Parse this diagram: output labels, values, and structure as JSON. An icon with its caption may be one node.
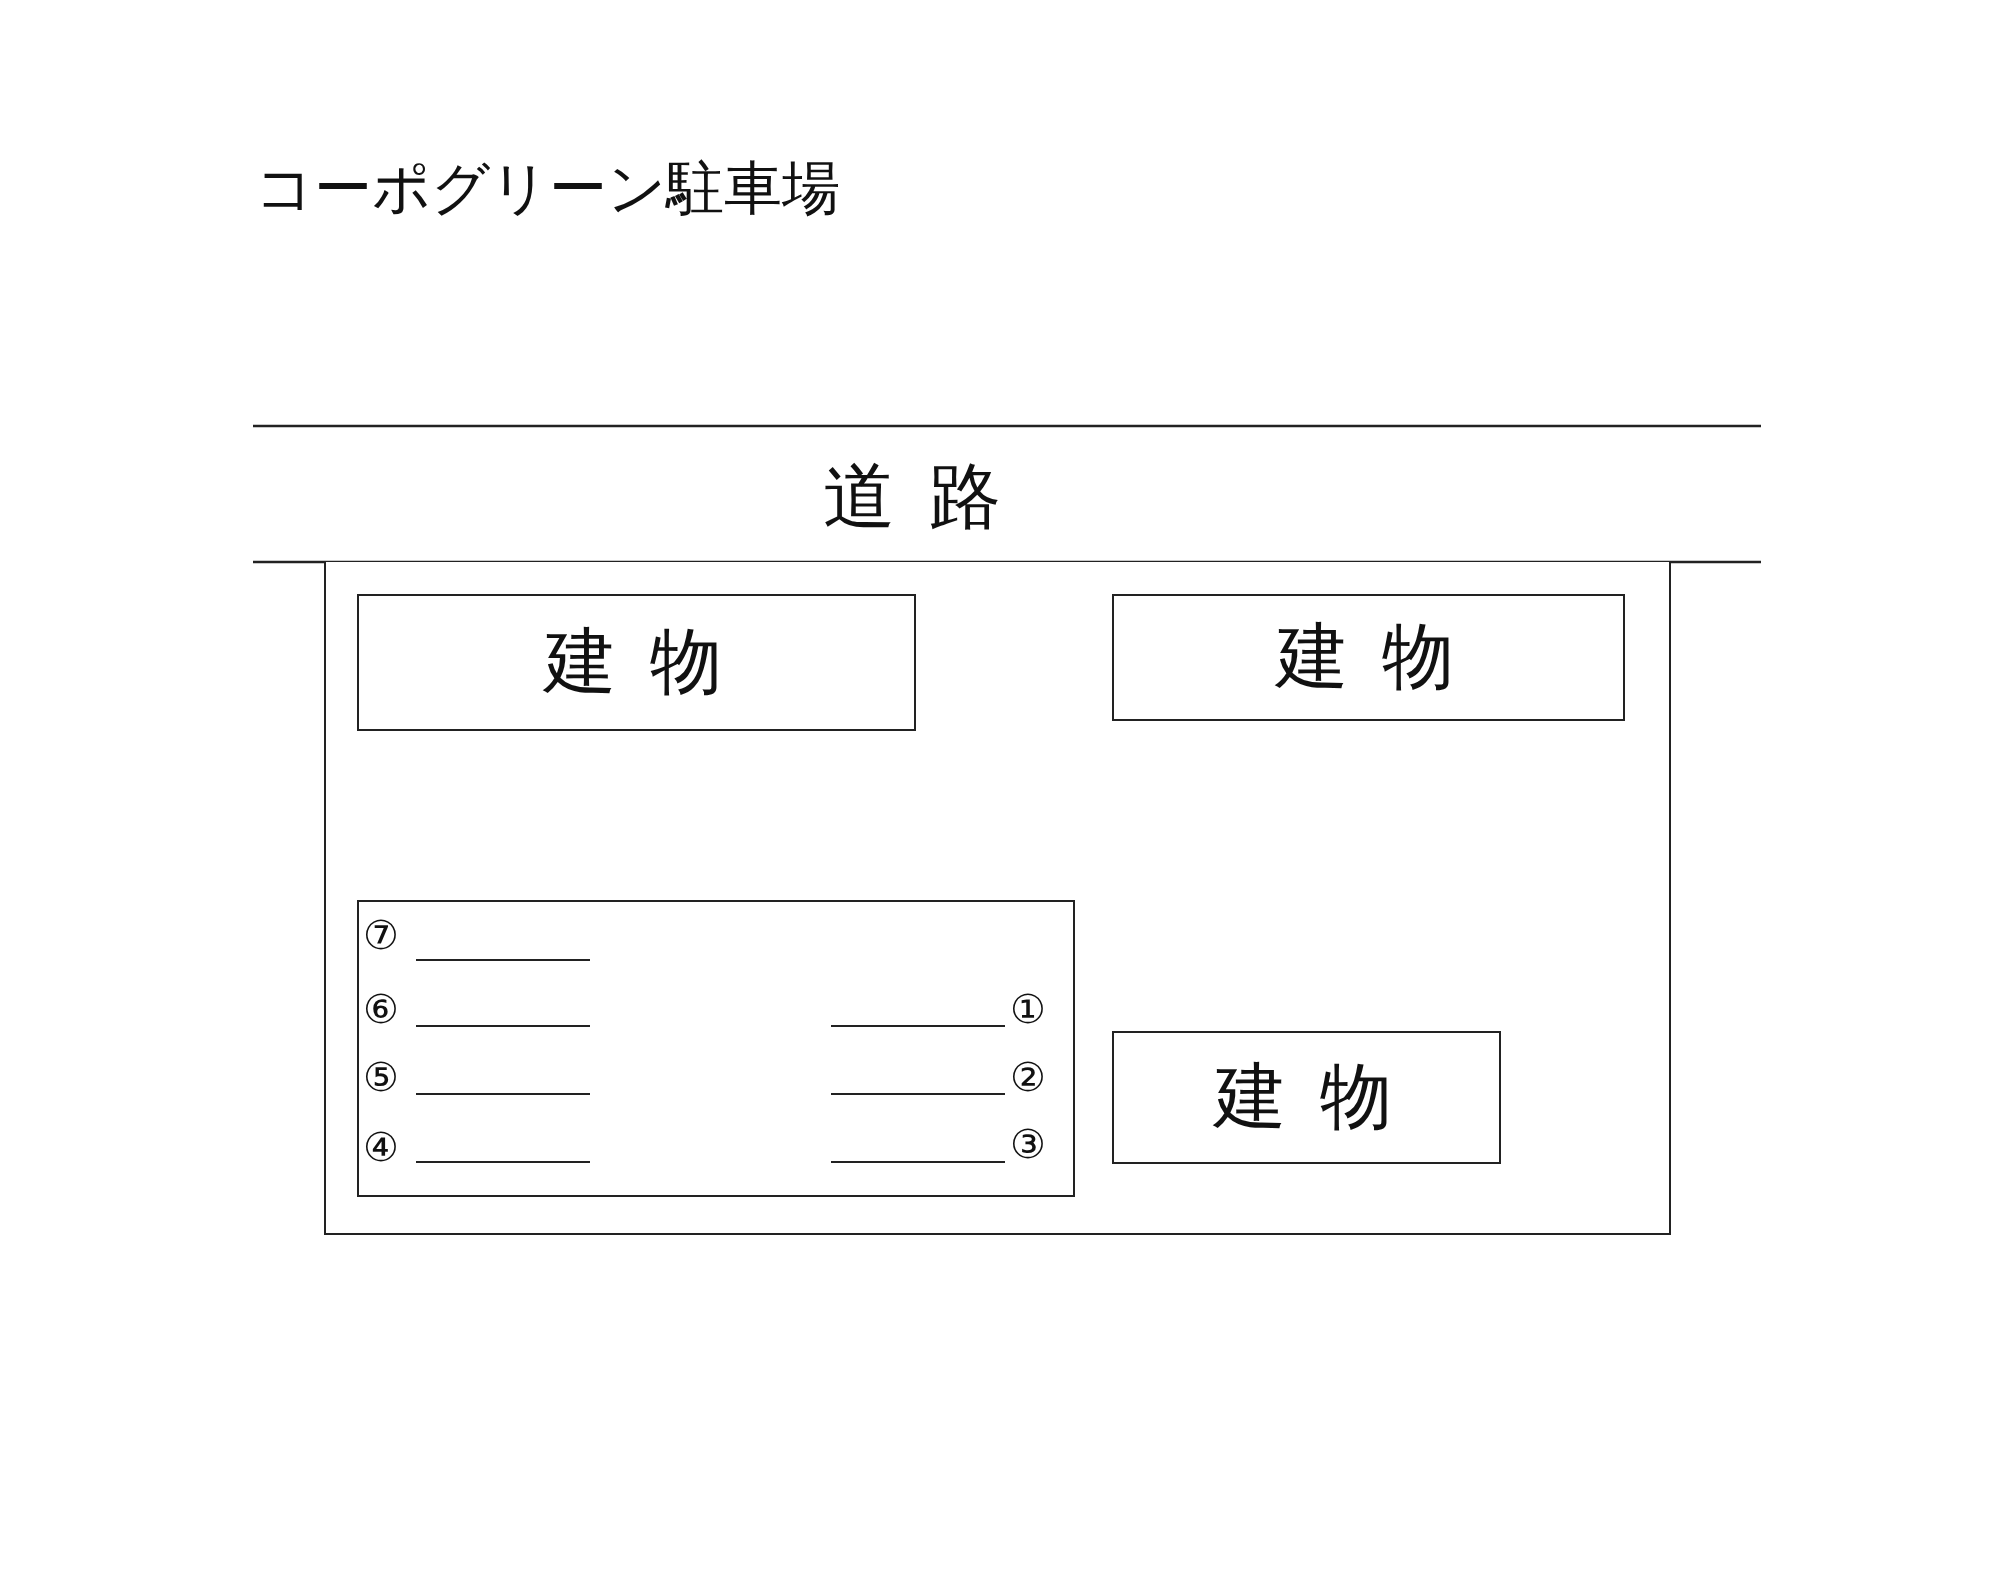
{
  "diagram": {
    "title": "コーポグリーン駐車場",
    "nodes": [
      {
        "text": [],
        "shape": "box"
      },
      {
        "text": [
          "建 物"
        ],
        "in": 0
      },
      {
        "text": [
          "建 物"
        ],
        "in": 0
      },
      {
        "text": [],
        "shape": "box",
        "in": 0
      },
      {
        "text": [
          "建 物"
        ],
        "in": 0
      }
    ],
    "edges": [],
    "labels": [
      "道 路",
      "⑦",
      "⑥",
      "①",
      "⑤",
      "②",
      "④",
      "③"
    ]
  }
}
